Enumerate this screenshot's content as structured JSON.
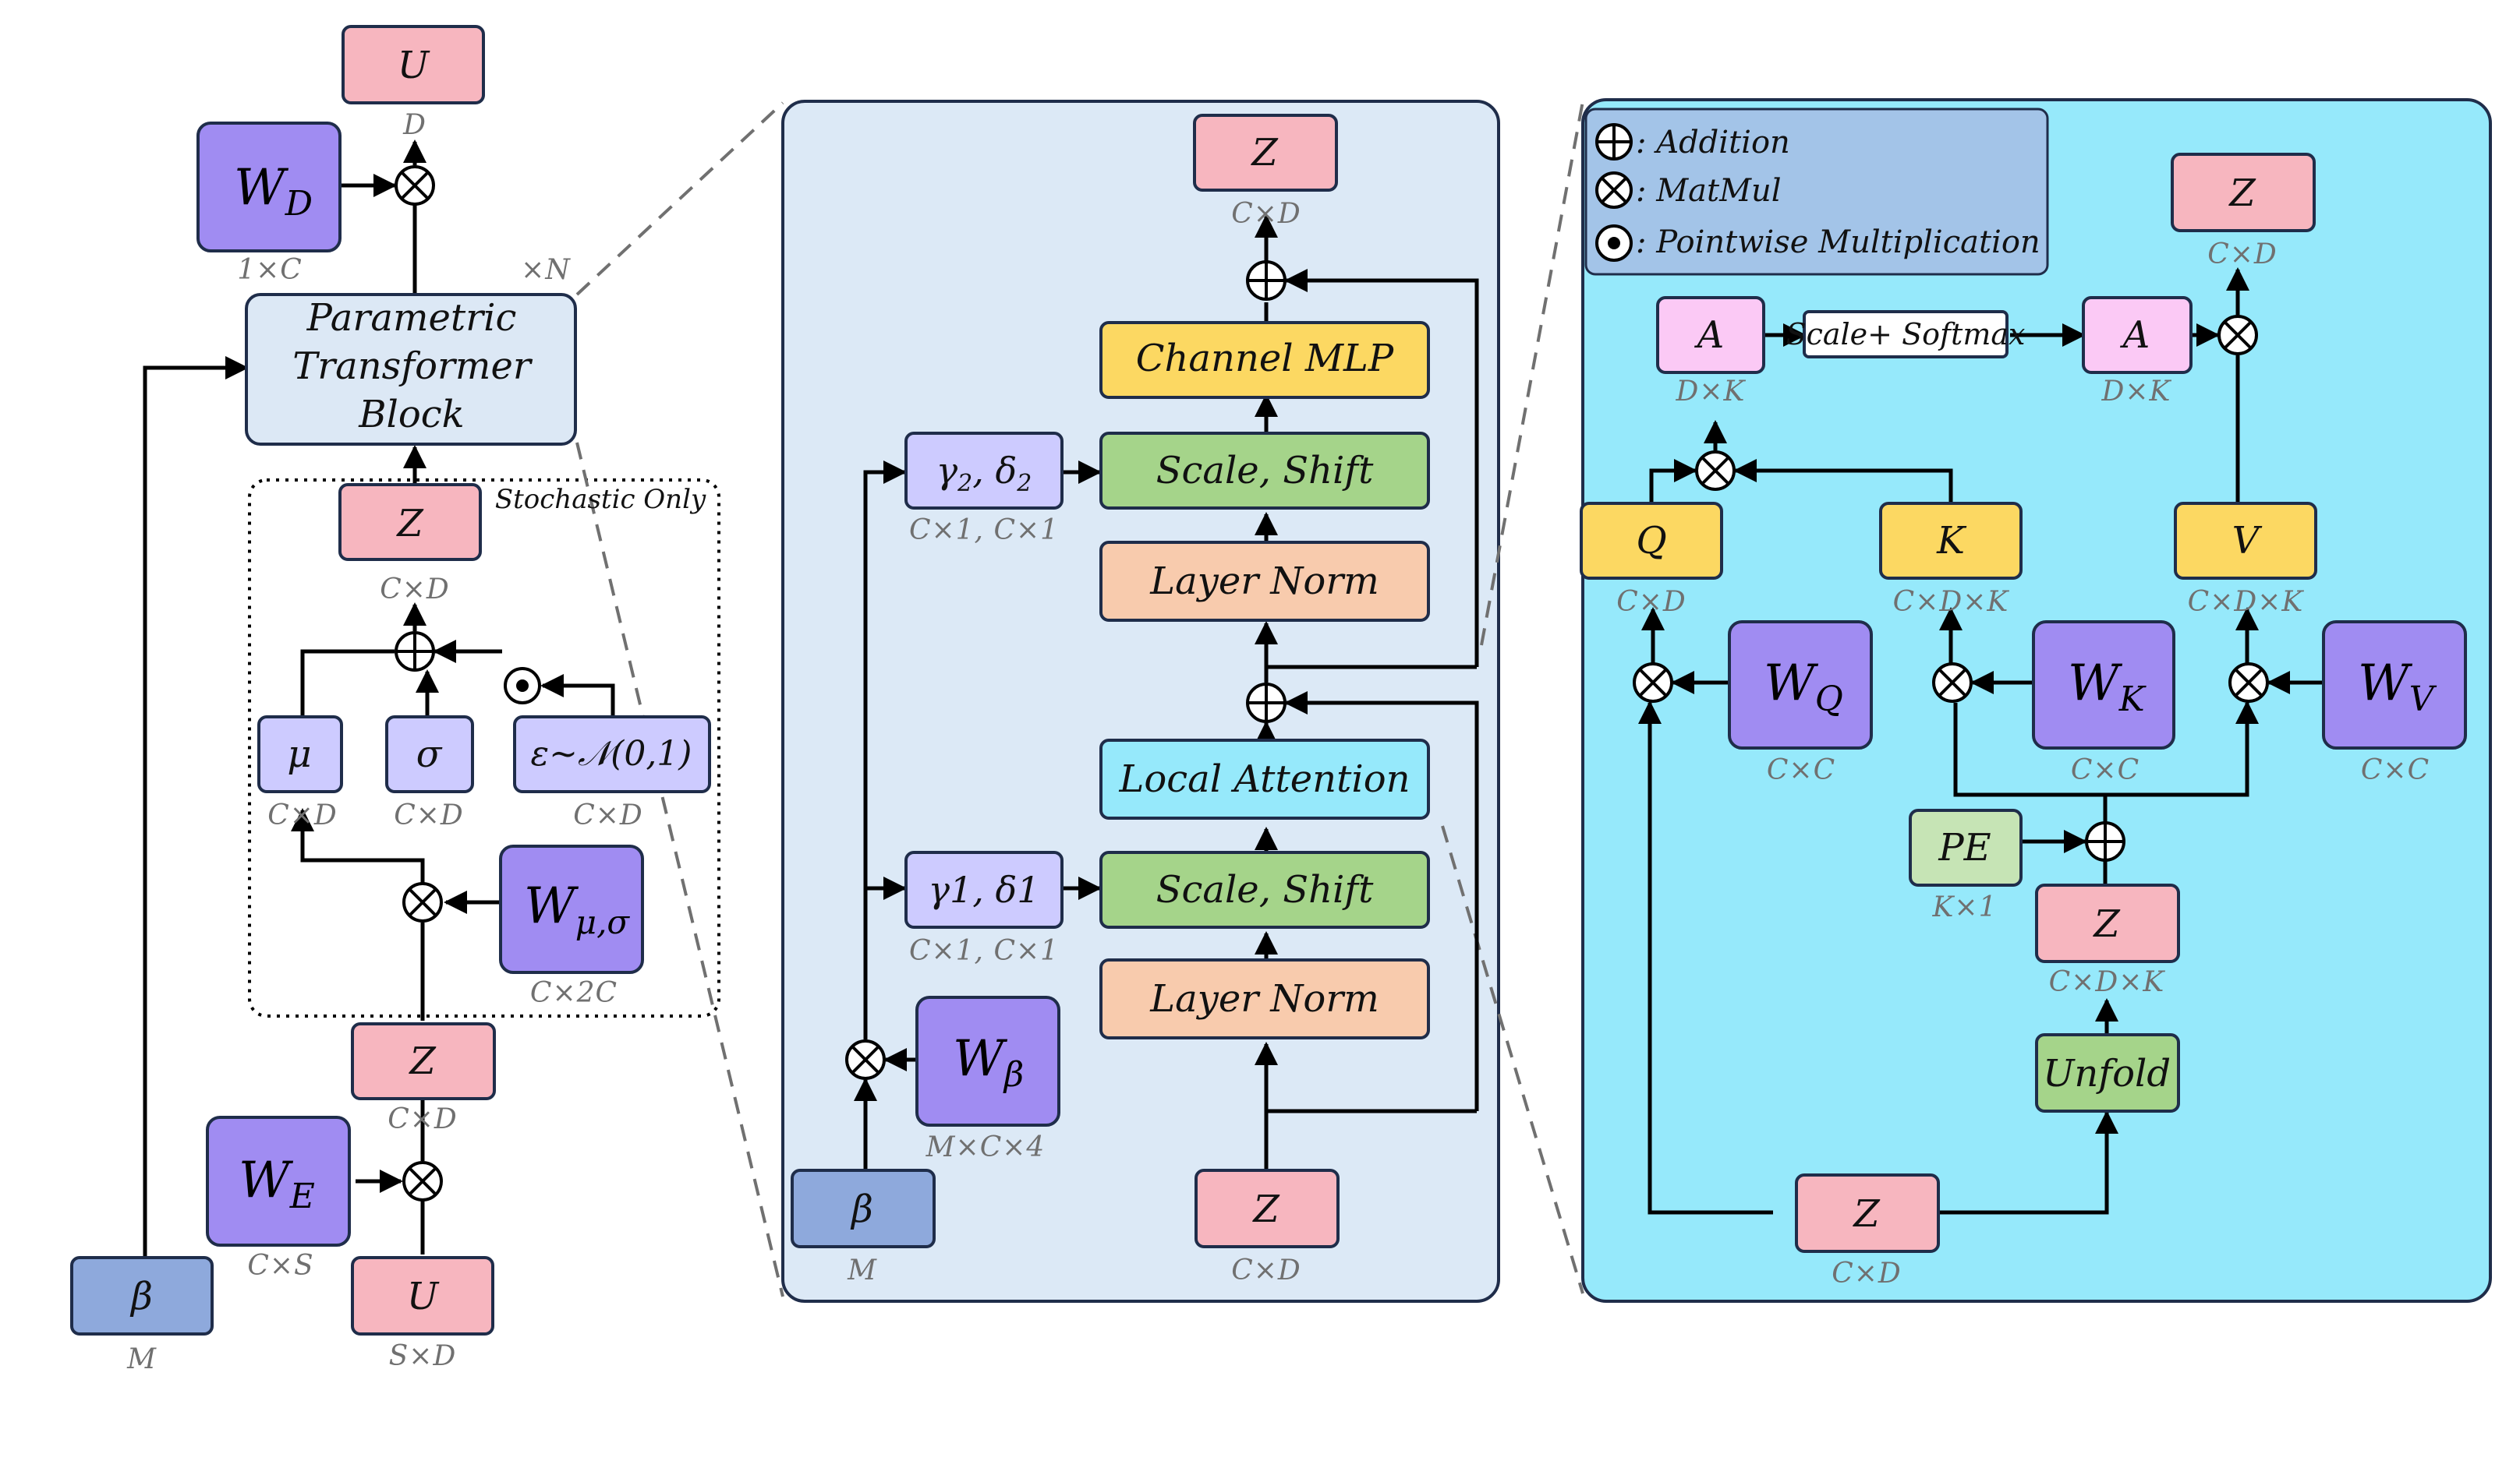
{
  "colors": {
    "pink": "#f7b6bf",
    "violet": "#a08cf2",
    "lavender": "#cdcbff",
    "lightblue": "#dce8f5",
    "steelblue": "#8ea9dc",
    "yellow": "#fcd862",
    "green": "#a5d48a",
    "peach": "#f8cbad",
    "cyan": "#96e9fb",
    "lightpink": "#fbc9f5",
    "lightgreen": "#c6e4b5",
    "panel_mid": "#dce9f6",
    "panel_right": "#96e9fb",
    "legend_bg": "#a3c4e8"
  },
  "left": {
    "u_top": "U",
    "u_top_dim": "D",
    "wd": "W",
    "wd_sub": "D",
    "wd_dim": "1×C",
    "times_n": "×N",
    "ptb_line1": "Parametric",
    "ptb_line2": "Transformer",
    "ptb_line3": "Block",
    "stochastic_only": "Stochastic Only",
    "z_inner": "Z",
    "z_inner_dim": "C×D",
    "mu": "μ",
    "mu_dim": "C×D",
    "sigma": "σ",
    "sigma_dim": "C×D",
    "eps": "ε∼𝒩(0,1)",
    "eps_dim": "C×D",
    "wmusig": "W",
    "wmusig_sub": "μ,σ",
    "wmusig_dim": "C×2C",
    "z_mid": "Z",
    "z_mid_dim": "C×D",
    "we": "W",
    "we_sub": "E",
    "we_dim": "C×S",
    "u_bot": "U",
    "u_bot_dim": "S×D",
    "beta": "β",
    "beta_dim": "M"
  },
  "middle": {
    "z_top": "Z",
    "z_top_dim": "C×D",
    "channel_mlp": "Channel MLP",
    "gamma2": "γ",
    "gamma2_sub": "2",
    "delta2": ", δ",
    "delta2_sub": "2",
    "gamma2_dim": "C×1, C×1",
    "scale_shift_2": "Scale, Shift",
    "layer_norm_2": "Layer Norm",
    "local_attention": "Local Attention",
    "gamma1": "γ1, δ1",
    "gamma1_dim": "C×1, C×1",
    "scale_shift_1": "Scale, Shift",
    "layer_norm_1": "Layer Norm",
    "wbeta": "W",
    "wbeta_sub": "β",
    "wbeta_dim": "M×C×4",
    "beta": "β",
    "beta_dim": "M",
    "z_bot": "Z",
    "z_bot_dim": "C×D"
  },
  "right": {
    "legend_add": ": Addition",
    "legend_matmul": ": MatMul",
    "legend_pw": ": Pointwise Multiplication",
    "z_top": "Z",
    "z_top_dim": "C×D",
    "a_left": "A",
    "a_left_dim": "D×K",
    "scale_softmax": "Scale+ Softmax",
    "a_right": "A",
    "a_right_dim": "D×K",
    "q": "Q",
    "q_dim": "C×D",
    "k": "K",
    "k_dim": "C×D×K",
    "v": "V",
    "v_dim": "C×D×K",
    "wq": "W",
    "wq_sub": "Q",
    "wq_dim": "C×C",
    "wk": "W",
    "wk_sub": "K",
    "wk_dim": "C×C",
    "wv": "W",
    "wv_sub": "V",
    "wv_dim": "C×C",
    "pe": "PE",
    "pe_dim": "K×1",
    "z_mid": "Z",
    "z_mid_dim": "C×D×K",
    "unfold": "Unfold",
    "z_bot": "Z",
    "z_bot_dim": "C×D"
  }
}
